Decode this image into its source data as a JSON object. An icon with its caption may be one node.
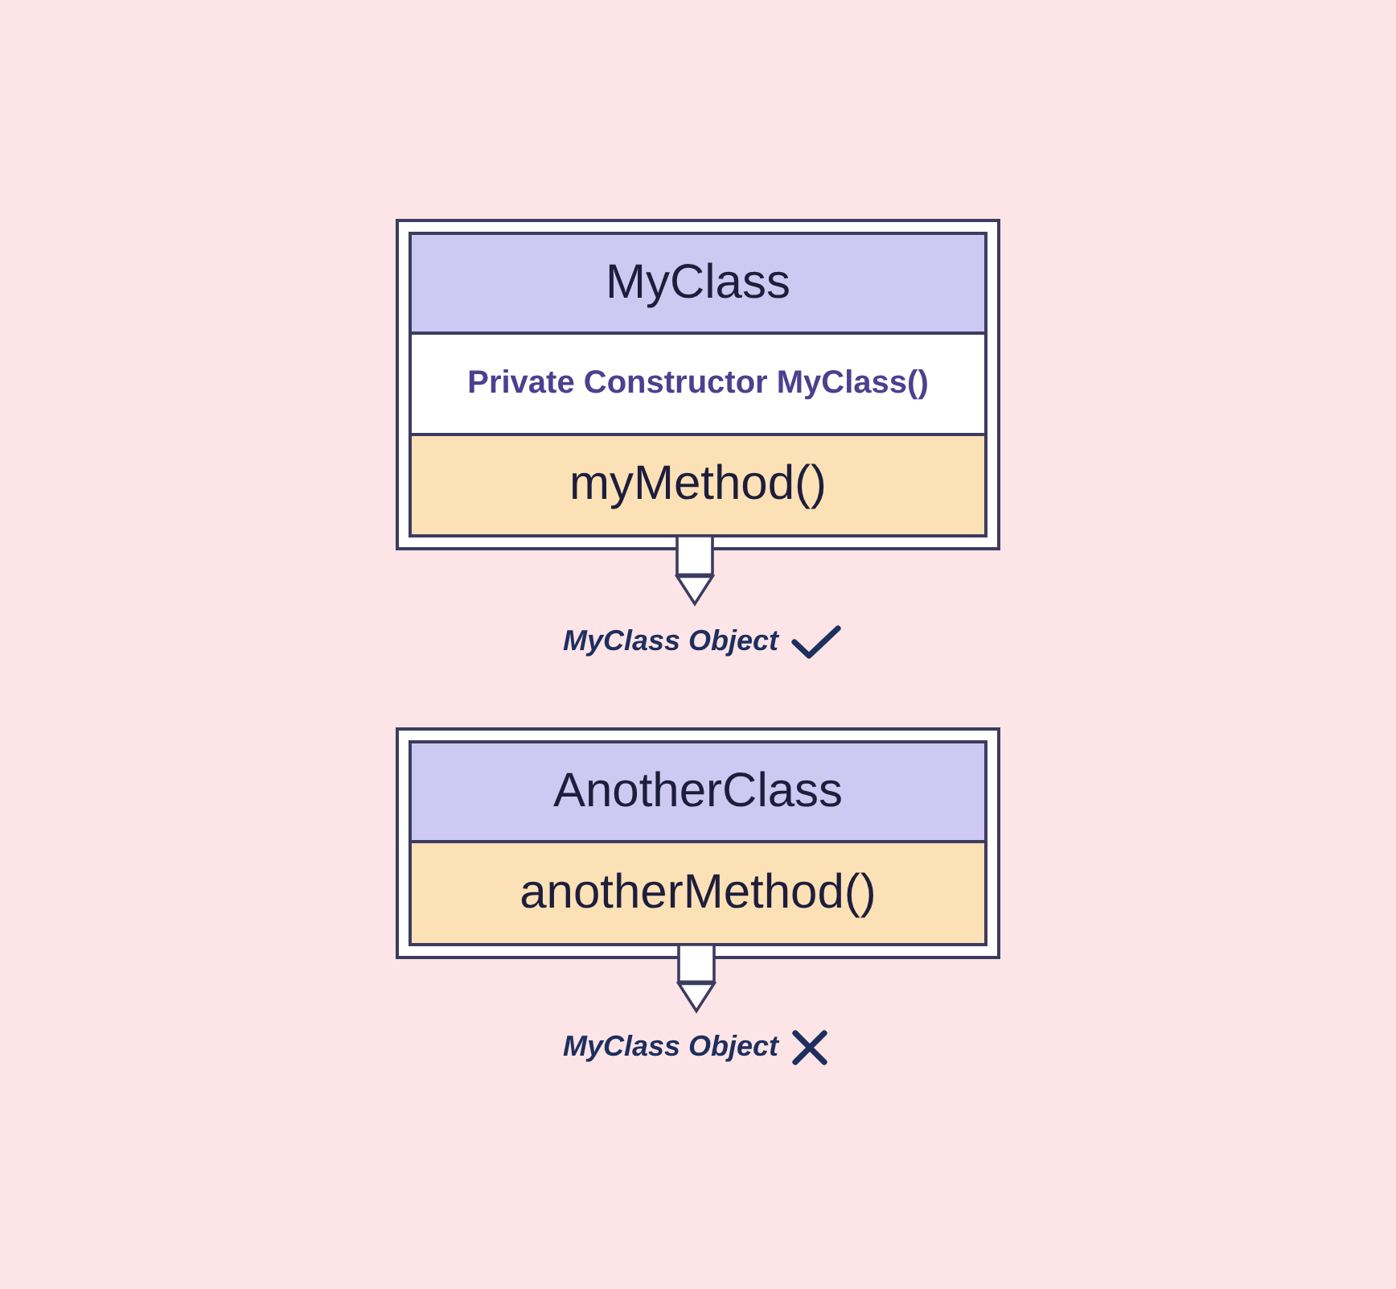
{
  "diagram": {
    "nodes": [
      {
        "text": [],
        "shape": "box"
      },
      {
        "text": [
          "MyClass"
        ],
        "in": 0
      },
      {
        "text": [
          "Private Constructor MyClass()"
        ],
        "in": 0
      },
      {
        "text": [
          "myMethod()"
        ],
        "in": 0
      },
      {
        "text": [
          "MyClass Object"
        ]
      },
      {
        "text": [],
        "shape": "box"
      },
      {
        "text": [
          "AnotherClass"
        ],
        "in": 5
      },
      {
        "text": [
          "anotherMethod()"
        ],
        "in": 5
      },
      {
        "text": [
          "MyClass Object"
        ]
      }
    ],
    "edges": [
      {
        "from": 0,
        "to": 4,
        "arrow": "to",
        "style": "thick"
      },
      {
        "from": 5,
        "to": 8,
        "arrow": "to",
        "style": "thick"
      }
    ]
  }
}
